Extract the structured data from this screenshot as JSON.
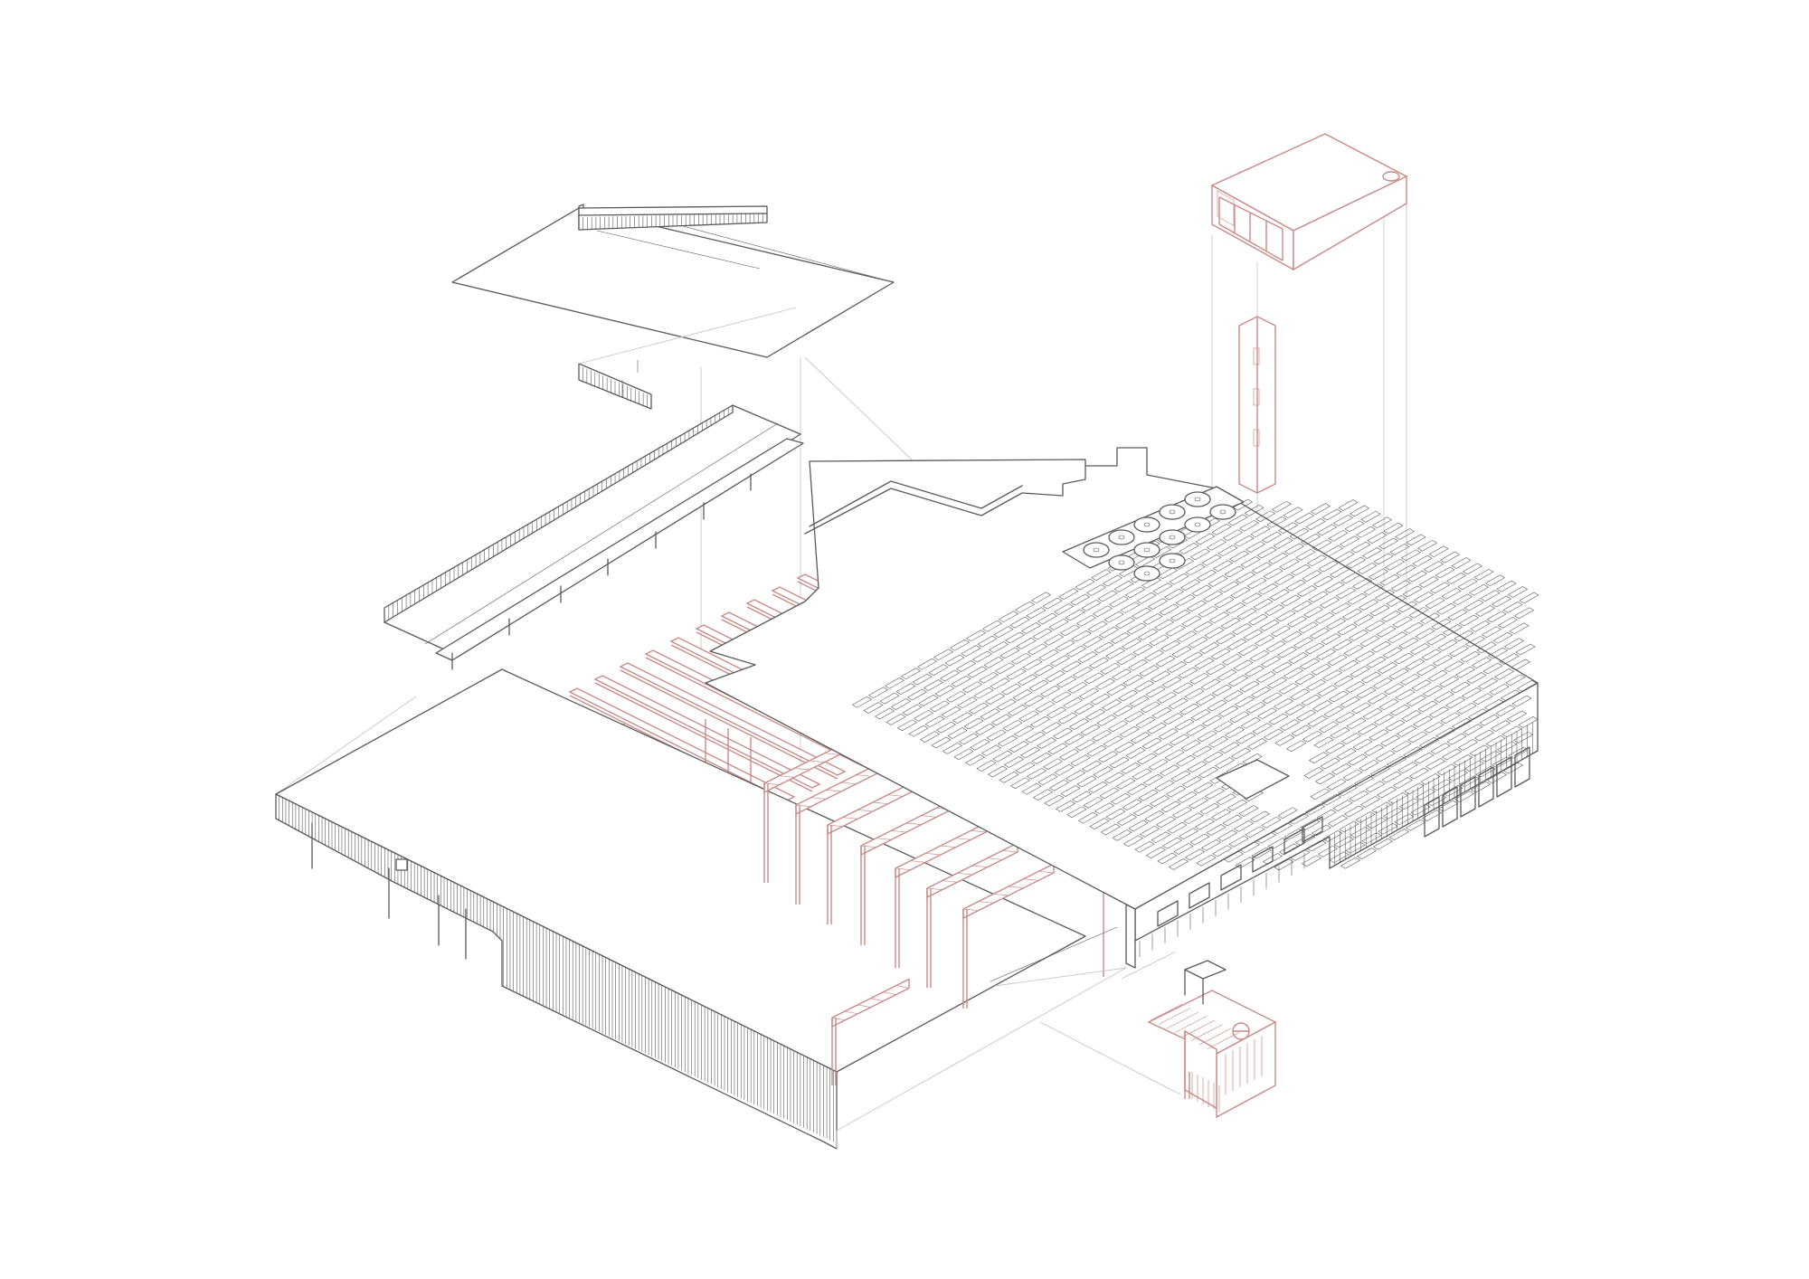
{
  "figure": {
    "type": "exploded axonometric architectural drawing",
    "labels": []
  },
  "colors": {
    "line": "#5a5a5a",
    "structure_accent": "#c98a84",
    "guide": "#c8c8c8",
    "background": "#ffffff"
  },
  "components": [
    {
      "name": "roof-canopy-upper",
      "color": "line"
    },
    {
      "name": "roof-canopy-long",
      "color": "line"
    },
    {
      "name": "timber-frame-portals",
      "color": "structure_accent"
    },
    {
      "name": "truss-portals",
      "color": "structure_accent"
    },
    {
      "name": "hall-roof-and-facade",
      "color": "line"
    },
    {
      "name": "main-block-pv-roof",
      "color": "line"
    },
    {
      "name": "rooftop-ventilators",
      "color": "line"
    },
    {
      "name": "stair-tower",
      "color": "structure_accent"
    },
    {
      "name": "entrance-pavilion",
      "color": "structure_accent"
    }
  ]
}
